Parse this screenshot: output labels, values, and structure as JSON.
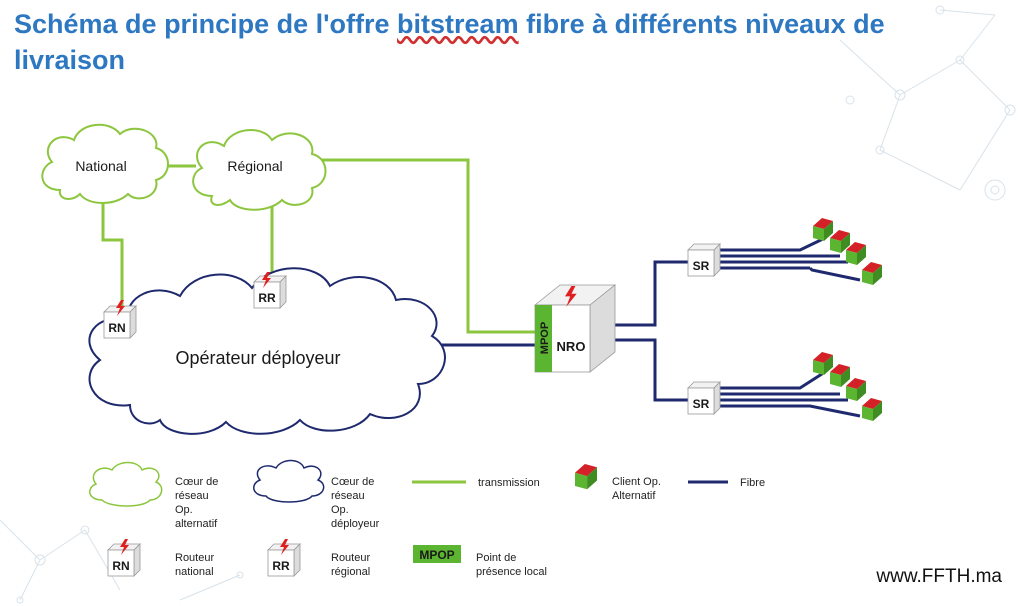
{
  "title": {
    "part1": "Schéma de principe de l'offre ",
    "part2": "bitstream",
    "part3": " fibre à différents niveaux de livraison"
  },
  "diagram": {
    "clouds": {
      "national": "National",
      "regional": "Régional",
      "operator": "Opérateur déployeur"
    },
    "nodes": {
      "rn": "RN",
      "rr": "RR",
      "nro": "NRO",
      "mpop": "MPOP",
      "sr_top": "SR",
      "sr_bottom": "SR"
    }
  },
  "legend": {
    "green_cloud": [
      "Cœur de",
      "réseau",
      "Op.",
      "alternatif"
    ],
    "blue_cloud": [
      "Cœur de",
      "réseau",
      "Op.",
      "déployeur"
    ],
    "transmission": "transmission",
    "client": [
      "Client Op.",
      "Alternatif"
    ],
    "fibre": "Fibre",
    "rn_box": "RN",
    "rn_text": [
      "Routeur",
      "national"
    ],
    "rr_box": "RR",
    "rr_text": [
      "Routeur",
      "régional"
    ],
    "mpop_box": "MPOP",
    "mpop_text": [
      "Point de",
      "présence local"
    ]
  },
  "website": "www.FFTH.ma",
  "colors": {
    "title": "#2e78c2",
    "green": "#8cc63f",
    "navy": "#1f2a6e",
    "cloud_blue": "#1f2a6e",
    "lightning": "#e02020",
    "house_roof": "#d42027",
    "house_body": "#5cb531",
    "mpop_fill": "#5cb531"
  }
}
